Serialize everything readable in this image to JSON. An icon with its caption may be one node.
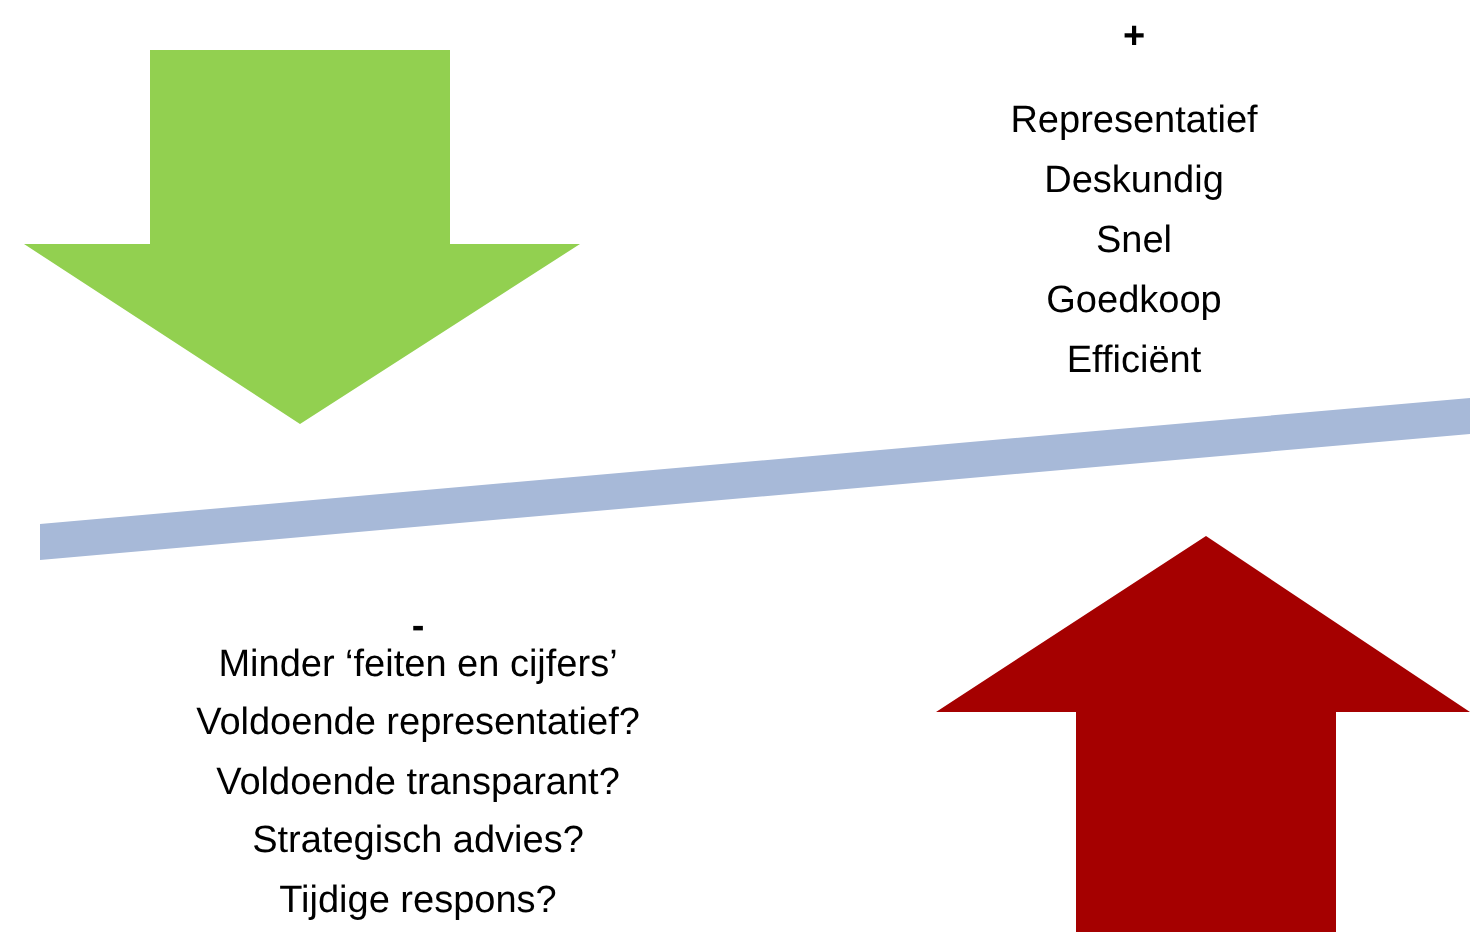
{
  "diagram": {
    "labels": [
      "+",
      "Representatief",
      "Deskundig",
      "Snel",
      "Goedkoop",
      "Efficiënt",
      "-",
      "Minder ‘feiten en cijfers’",
      "Voldoende representatief?",
      "Voldoende transparant?",
      "Strategisch advies?",
      "Tijdige respons?"
    ]
  }
}
